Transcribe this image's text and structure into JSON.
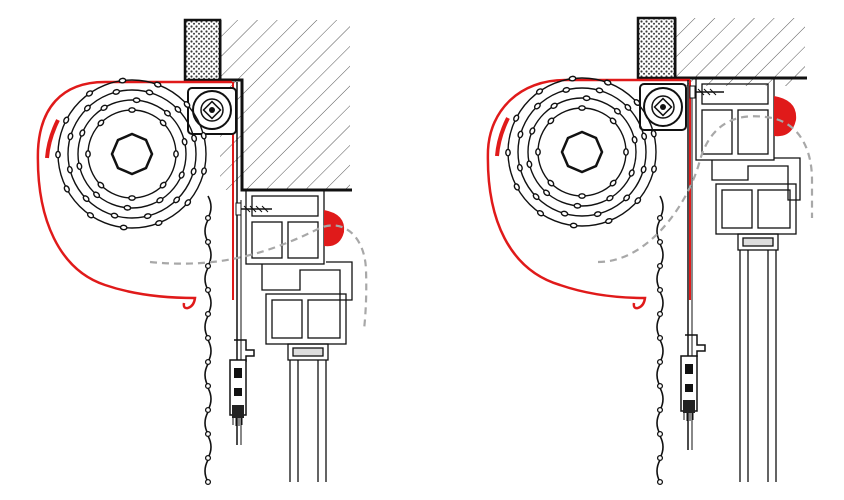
{
  "diagrams": [
    {
      "id": "left",
      "variant": "surface-mounted"
    },
    {
      "id": "right",
      "variant": "recessed"
    }
  ],
  "colors": {
    "line": "#1a1a1a",
    "accent_red": "#e01a1a",
    "seal_red": "#e01a1a",
    "dashed": "#a8a8a8",
    "insulation_fill": "#4a4a4a",
    "background": "#ffffff"
  },
  "icons": {
    "axle": "octagon-axle-icon",
    "pulley": "pulley-icon",
    "lock": "lock-mechanism-icon",
    "seal": "seal-icon"
  }
}
